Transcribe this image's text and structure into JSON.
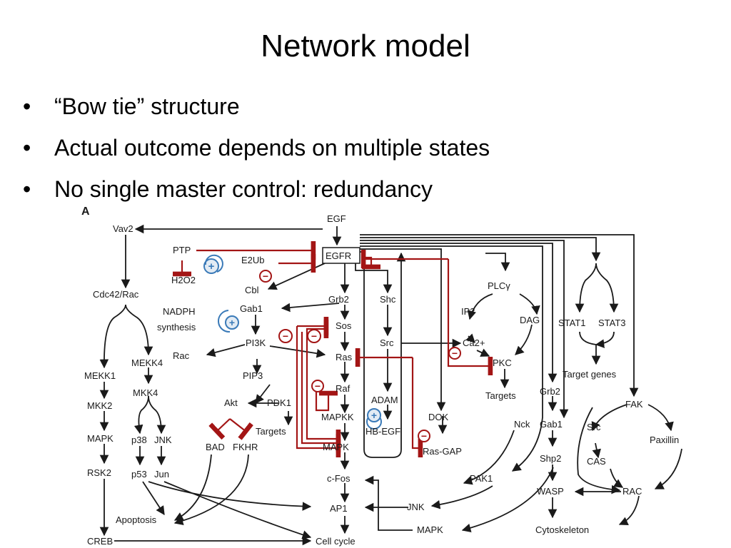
{
  "slide": {
    "title": "Network model",
    "bullets": [
      "“Bow tie” structure",
      "Actual outcome depends on multiple states",
      "No single master control: redundancy"
    ]
  },
  "diagram": {
    "panel_label": "A",
    "nodes": {
      "egf": "EGF",
      "egfr": "EGFR",
      "vav2": "Vav2",
      "ptp": "PTP",
      "e2ub": "E2Ub",
      "h2o2": "H2O2",
      "cbl": "Cbl",
      "cdc42rac": "Cdc42/Rac",
      "nadph": "NADPH",
      "synthesis": "synthesis",
      "rac_left": "Rac",
      "gab1": "Gab1",
      "grb2": "Grb2",
      "shc": "Shc",
      "sos": "Sos",
      "pi3k": "PI3K",
      "ras": "Ras",
      "src_mid": "Src",
      "plcg": "PLCγ",
      "ip3": "IP3",
      "dag": "DAG",
      "ca": "Ca2+",
      "pkc": "PKC",
      "targets_pkc": "Targets",
      "stat1": "STAT1",
      "stat3": "STAT3",
      "target_genes": "Target genes",
      "mekk1": "MEKK1",
      "mekk4": "MEKK4",
      "pip3": "PIP3",
      "akt": "Akt",
      "pdk1": "PDK1",
      "targets_pdk1": "Targets",
      "raf": "Raf",
      "adam": "ADAM",
      "mkk2": "MKK2",
      "mkk4": "MKK4",
      "mapkk": "MAPKK",
      "dok": "DOK",
      "grb2_right": "Grb2",
      "fak": "FAK",
      "hbegf": "HB-EGF",
      "gab1_right": "Gab1",
      "nck": "Nck",
      "src_right": "Src",
      "paxillin": "Paxillin",
      "mapk_left": "MAPK",
      "p38": "p38",
      "jnk_top": "JNK",
      "bad": "BAD",
      "fkhr": "FKHR",
      "mapk_mid": "MAPK",
      "rasgap": "Ras-GAP",
      "shp2": "Shp2",
      "cas": "CAS",
      "rsk2": "RSK2",
      "p53": "p53",
      "jun": "Jun",
      "cfos": "c-Fos",
      "pak1": "PAK1",
      "wasp": "WASP",
      "rac_right": "RAC",
      "apoptosis": "Apoptosis",
      "ap1": "AP1",
      "jnk_bottom": "JNK",
      "cytoskeleton": "Cytoskeleton",
      "creb": "CREB",
      "cellcycle": "Cell cycle",
      "mapk_bottom": "MAPK"
    },
    "signs": {
      "minus": "−",
      "plus": "+"
    },
    "colors": {
      "activation": "#1a1a1a",
      "inhibition": "#a31515",
      "feedback": "#3a7ab8"
    }
  }
}
